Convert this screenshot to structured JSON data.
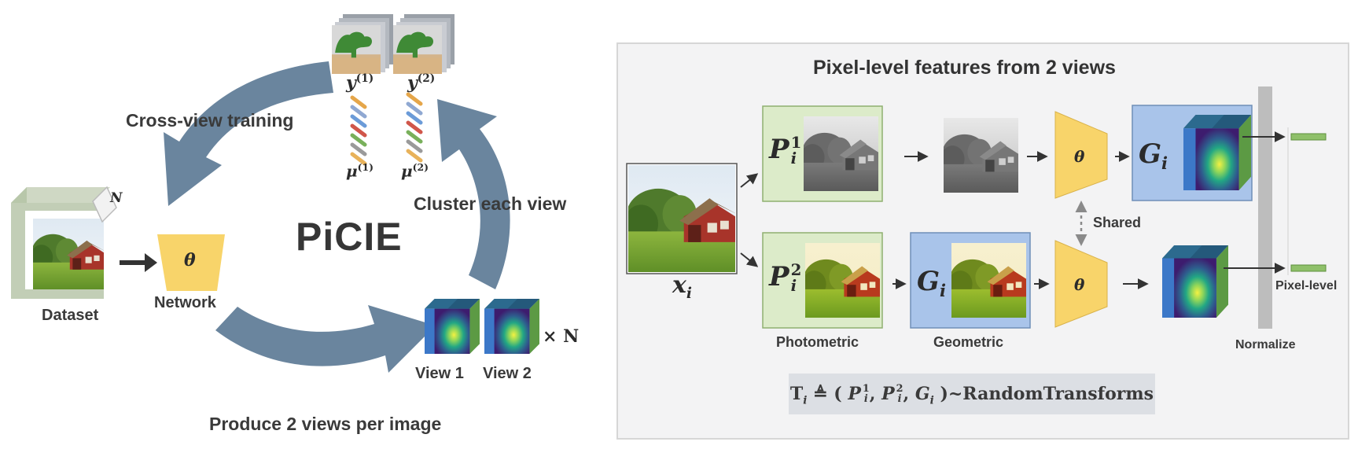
{
  "left": {
    "title": "PiCIE",
    "labels": {
      "cross_view": "Cross-view training",
      "cluster": "Cluster each view",
      "produce": "Produce 2 views per image",
      "dataset": "Dataset",
      "network": "Network",
      "view1": "View 1",
      "view2": "View 2",
      "times_n": "× N",
      "n_badge": "N",
      "theta": "θ"
    },
    "math": {
      "y_base": "y",
      "y1_sup": "(1)",
      "y2_sup": "(2)",
      "mu_base": "μ",
      "mu1_sup": "(1)",
      "mu2_sup": "(2)"
    },
    "colors": {
      "arrow": "#5d7b96",
      "network": "#f8d46a",
      "feature_blue": "#3f74c4",
      "feature_green": "#5d9a45"
    }
  },
  "right": {
    "title": "Pixel-level features from 2 views",
    "x_label": "x",
    "x_sub": "i",
    "p_base": "P",
    "p1_sup": "1",
    "p2_sup": "2",
    "p_sub": "i",
    "g_base": "G",
    "g_sub": "i",
    "theta": "θ",
    "shared": "Shared",
    "photometric": "Photometric",
    "geometric": "Geometric",
    "normalize": "Normalize",
    "pixel_level": "Pixel-level",
    "formula": {
      "t": "T",
      "sub": "i",
      "eq": " ≜ ( ",
      "p1": "P",
      "p2": "P",
      "sep": ", ",
      "g": "G",
      "close": " )~RandomTransforms"
    },
    "colors": {
      "green_box": "#dcebc9",
      "blue_box": "#a9c4ea",
      "theta_trap": "#f8d46a",
      "normalize_bar": "#bdbdbd"
    }
  },
  "cluster_colors": [
    "#e5a64a",
    "#8fa8d2",
    "#6b9bd8",
    "#d0564a",
    "#79b05b",
    "#9a9a9a",
    "#e8b25a"
  ]
}
